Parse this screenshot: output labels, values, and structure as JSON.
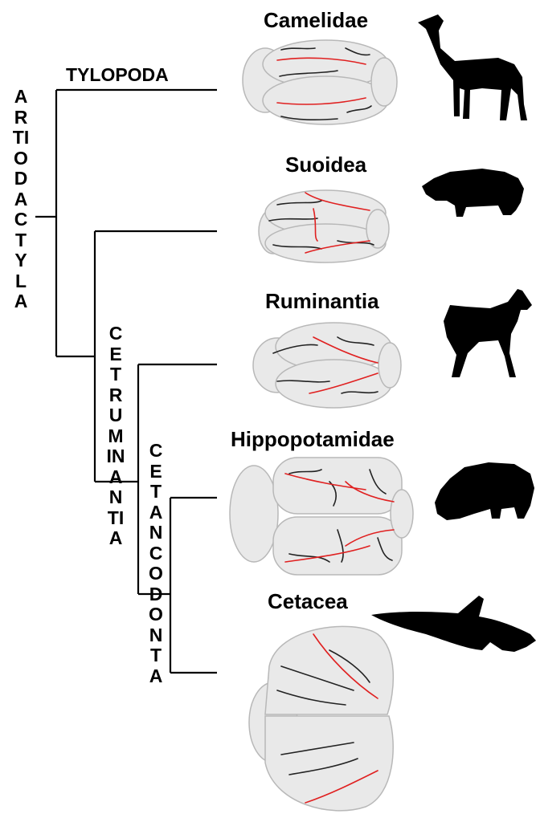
{
  "clades": {
    "artiodactyla": "ARTIODACTYLA",
    "tylopoda": "TYLOPODA",
    "cetruminantia": "CETRUMINANTIA",
    "cetancodonta": "CETANCODONTA"
  },
  "taxa": [
    {
      "name": "Camelidae",
      "animal": "camel-silhouette"
    },
    {
      "name": "Suoidea",
      "animal": "pig-silhouette"
    },
    {
      "name": "Ruminantia",
      "animal": "deer-silhouette"
    },
    {
      "name": "Hippopotamidae",
      "animal": "hippo-silhouette"
    },
    {
      "name": "Cetacea",
      "animal": "dolphin-silhouette"
    }
  ],
  "colors": {
    "tree": "#000000",
    "brain_fill": "#e9e9e9",
    "brain_outline": "#b8b8b8",
    "sulcus": "#222222",
    "sulcus_highlight": "#e02020",
    "silhouette": "#000000"
  }
}
